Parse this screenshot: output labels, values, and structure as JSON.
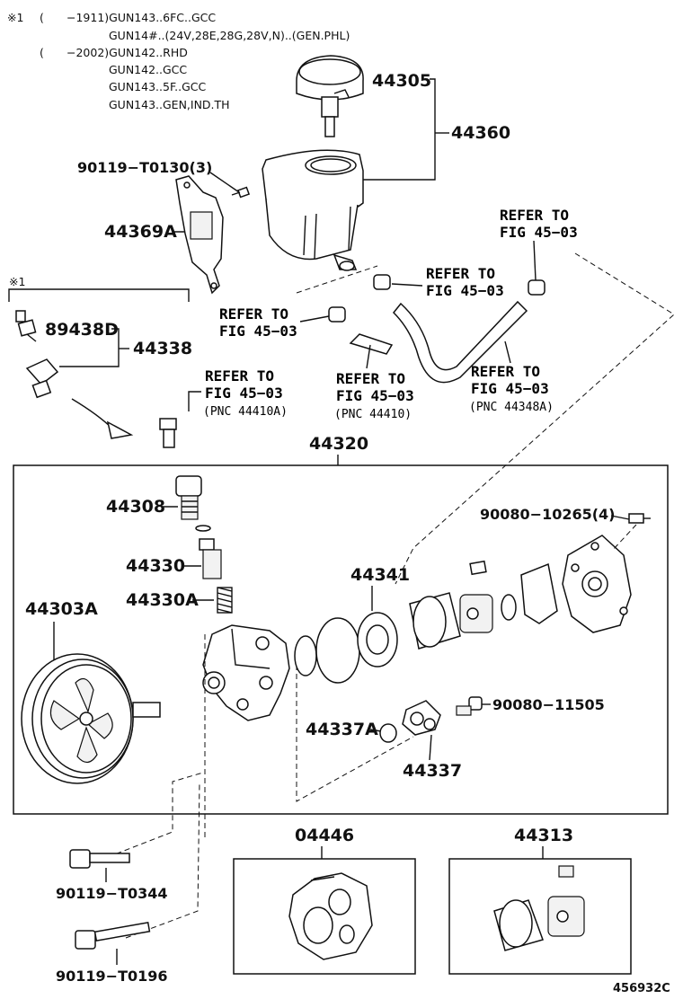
{
  "notes": {
    "mark": "※1",
    "line1_paren": "(",
    "line1_code": "−1911)GUN143..6FC..GCC",
    "line2": "GUN14#..(24V,28E,28G,28V,N)..(GEN.PHL)",
    "line3_paren": "(",
    "line3_code": "−2002)GUN142..RHD",
    "line4": "GUN142..GCC",
    "line5": "GUN143..5F..GCC",
    "line6": "GUN143..GEN,IND.TH"
  },
  "group_mark": "※1",
  "parts": {
    "p44305": "44305",
    "p44360": "44360",
    "p90119_T0130": "90119−T0130(3)",
    "p44369A": "44369A",
    "p89438D": "89438D",
    "p44338": "44338",
    "p44320": "44320",
    "p44308": "44308",
    "p44330": "44330",
    "p44330A": "44330A",
    "p44303A": "44303A",
    "p44341": "44341",
    "p90080_10265": "90080−10265(4)",
    "p90080_11505": "90080−11505",
    "p44337A": "44337A",
    "p44337": "44337",
    "p04446": "04446",
    "p44313": "44313",
    "p90119_T0344": "90119−T0344",
    "p90119_T0196": "90119−T0196"
  },
  "refs": {
    "r1_a": "REFER TO",
    "r1_b": "FIG 45−03",
    "r2_a": "REFER TO",
    "r2_b": "FIG 45−03",
    "r3_a": "REFER TO",
    "r3_b": "FIG 45−03",
    "r4_a": "REFER TO",
    "r4_b": "FIG 45−03",
    "r4_c": "(PNC 44410A)",
    "r5_a": "REFER TO",
    "r5_b": "FIG 45−03",
    "r5_c": "(PNC 44410)",
    "r6_a": "REFER TO",
    "r6_b": "FIG 45−03",
    "r6_c": "(PNC 44348A)"
  },
  "figure_id": "456932C"
}
